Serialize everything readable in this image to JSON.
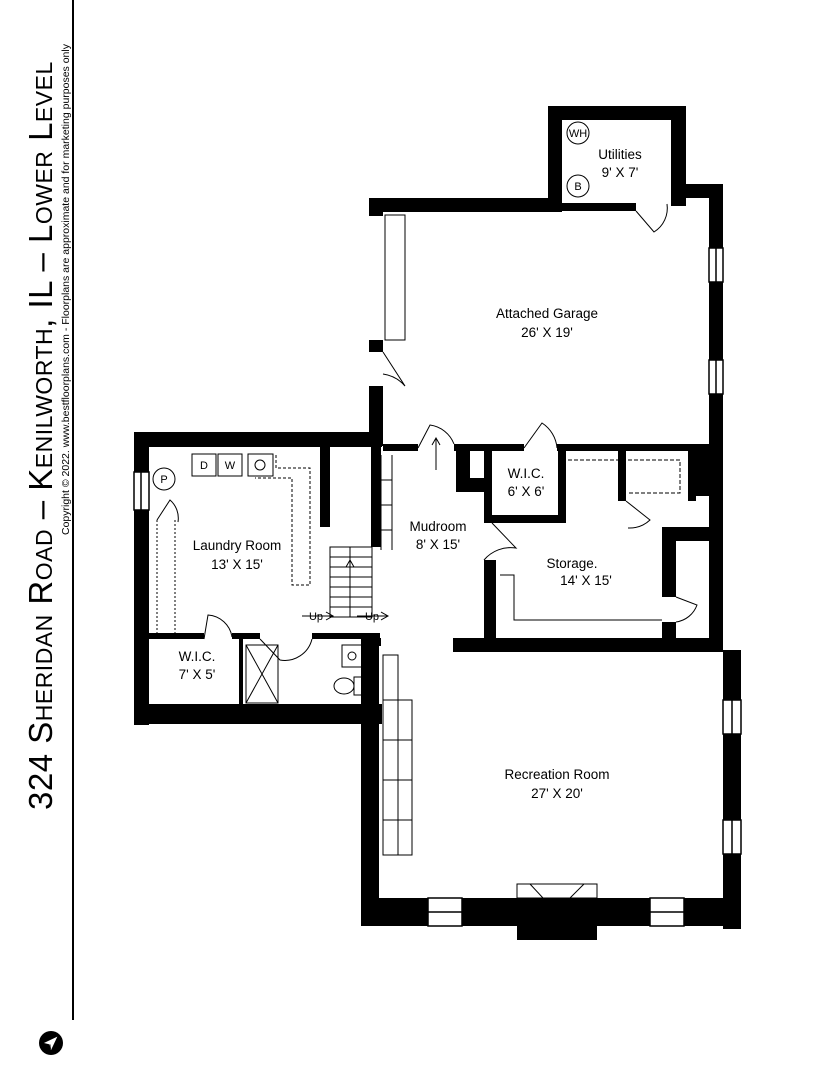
{
  "title": "324 Sheridan Road – Kenilworth, IL – Lower Level",
  "copyright": "Copyright © 2022. www.bestfloorplans.com - Floorplans are approximate and for marketing purposes only",
  "rooms": {
    "utilities": {
      "name": "Utilities",
      "size": "9' X 7'"
    },
    "garage": {
      "name": "Attached Garage",
      "size": "26' X 19'"
    },
    "wic_upper": {
      "name": "W.I.C.",
      "size": "6' X 6'"
    },
    "mudroom": {
      "name": "Mudroom",
      "size": "8' X 15'"
    },
    "laundry": {
      "name": "Laundry Room",
      "size": "13' X 15'"
    },
    "storage": {
      "name": "Storage.",
      "size": "14' X 15'"
    },
    "wic_lower": {
      "name": "W.I.C.",
      "size": "7' X 5'"
    },
    "recreation": {
      "name": "Recreation Room",
      "size": "27' X 20'"
    }
  },
  "symbols": {
    "water_heater": "WH",
    "boiler": "B",
    "pump": "P",
    "dryer": "D",
    "washer": "W",
    "stair_up": "Up"
  },
  "colors": {
    "wall": "#000000",
    "fixture": "#555555"
  }
}
